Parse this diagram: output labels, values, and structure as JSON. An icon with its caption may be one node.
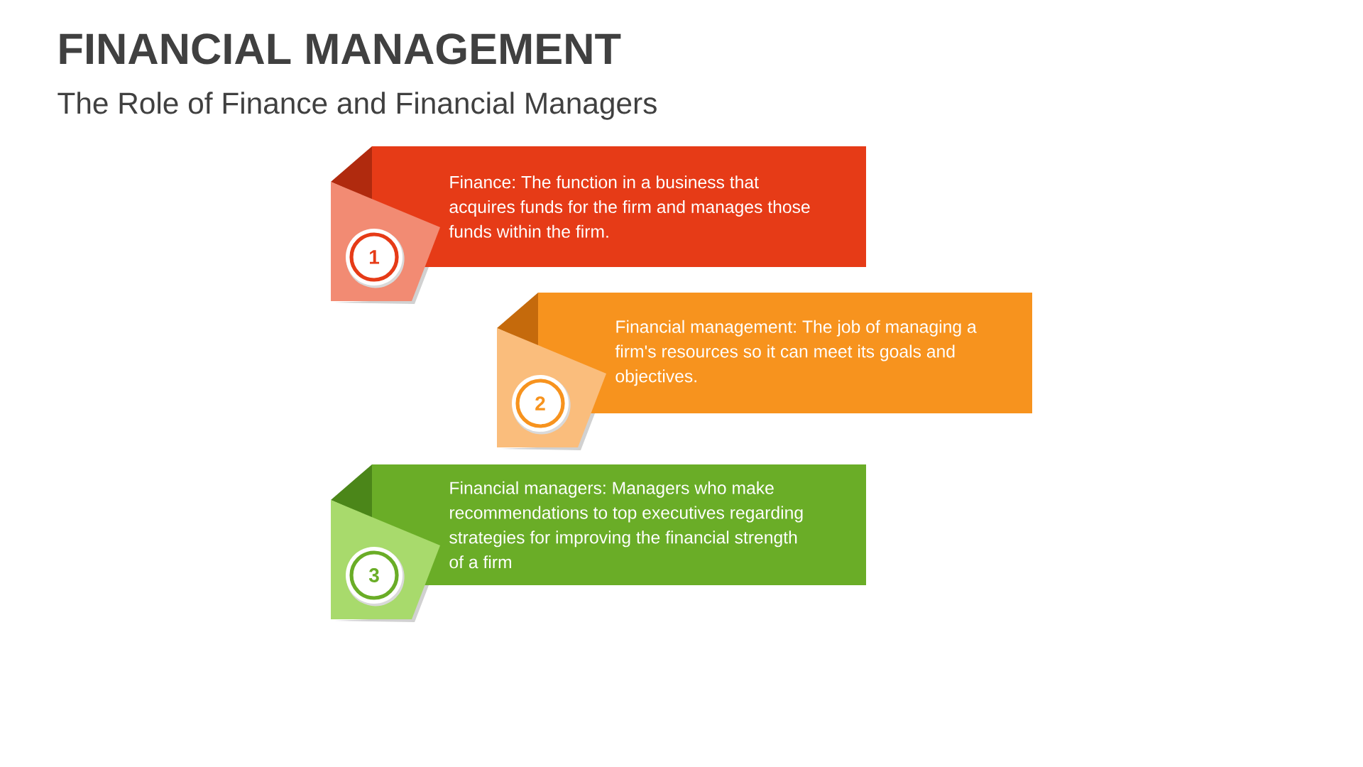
{
  "diagram": {
    "title": "FINANCIAL MANAGEMENT",
    "nodes": [
      {
        "text": [
          "1"
        ]
      },
      {
        "text": [
          "Finance: The function in a business that acquires funds for the firm and manages those funds within the firm."
        ]
      },
      {
        "text": [
          "2"
        ]
      },
      {
        "text": [
          "Financial management: The job of managing a firm's resources so it can meet its goals and objectives."
        ]
      },
      {
        "text": [
          "3"
        ]
      },
      {
        "text": [
          "Financial managers: Managers who make recommendations to top executives regarding strategies for improving the financial strength of a firm"
        ]
      }
    ],
    "labels": [
      "The Role of Finance and Financial Managers"
    ]
  }
}
